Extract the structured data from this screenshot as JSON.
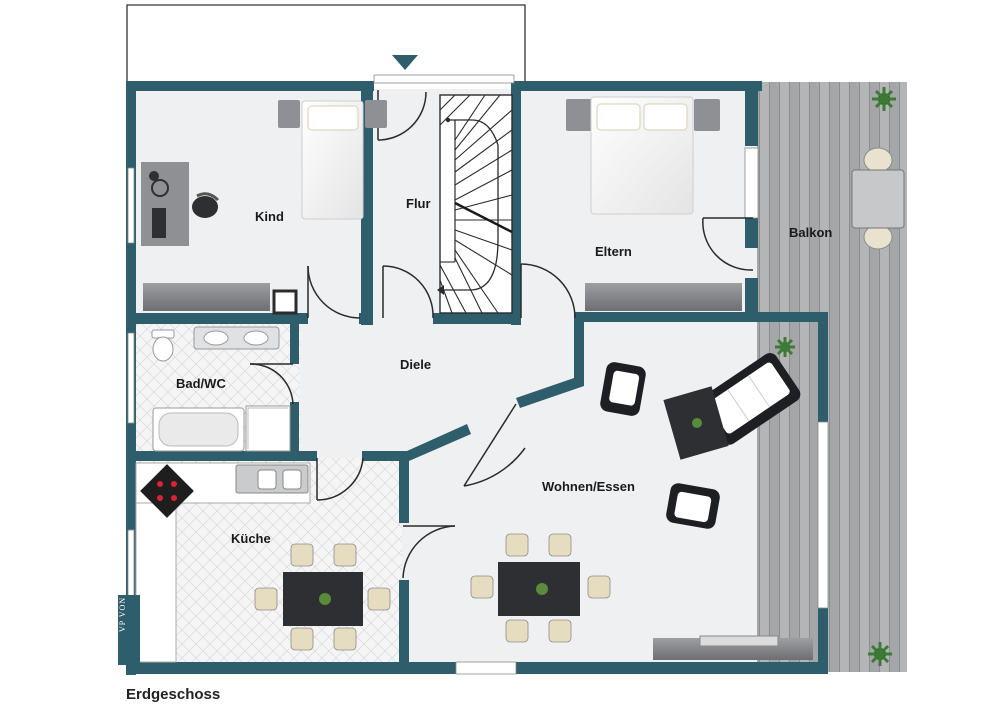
{
  "rooms": {
    "kind": "Kind",
    "flur": "Flur",
    "eltern": "Eltern",
    "balkon": "Balkon",
    "bad_wc": "Bad/WC",
    "diele": "Diele",
    "kueche": "Küche",
    "wohnen_essen": "Wohnen/Essen"
  },
  "caption": "Erdgeschoss",
  "brand": "VP VON POLL",
  "colors": {
    "wall": "#2e5d6b",
    "floor": "#eef0f2",
    "tile": "#f4f4f4",
    "balcony_deck": "#9a9c9e",
    "furniture_dark": "#2d2f33",
    "furniture_grey": "#8e9094"
  },
  "icons": [
    "entrance-arrow-icon",
    "plant-icon",
    "stove-icon",
    "sink-icon",
    "toilet-icon",
    "bathtub-icon",
    "shower-icon",
    "bed-icon",
    "sofa-icon",
    "armchair-icon",
    "dining-table-icon",
    "tv-unit-icon",
    "desk-icon",
    "chair-icon",
    "staircase-icon"
  ]
}
